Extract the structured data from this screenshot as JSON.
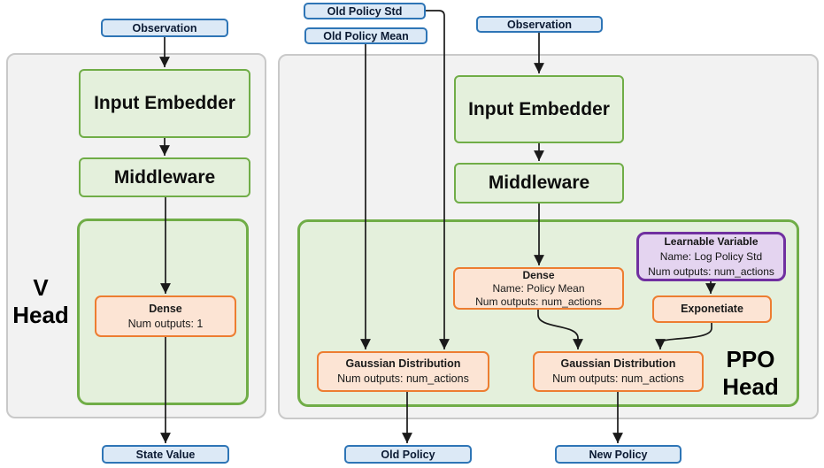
{
  "diagram": {
    "v_head": {
      "label": [
        "V",
        "Head"
      ],
      "observation": "Observation",
      "input_embedder": "Input Embedder",
      "middleware": "Middleware",
      "dense_title": "Dense",
      "dense_outputs": "Num outputs: 1",
      "output": "State Value"
    },
    "ppo_head": {
      "label": [
        "PPO",
        "Head"
      ],
      "old_policy_std": "Old Policy Std",
      "old_policy_mean": "Old Policy Mean",
      "observation": "Observation",
      "input_embedder": "Input Embedder",
      "middleware": "Middleware",
      "dense_title": "Dense",
      "dense_name": "Name: Policy Mean",
      "dense_outputs": "Num outputs: num_actions",
      "learnable_title": "Learnable Variable",
      "learnable_name": "Name: Log Policy Std",
      "learnable_outputs": "Num outputs: num_actions",
      "exponetiate": "Exponetiate",
      "gaussian_old_title": "Gaussian Distribution",
      "gaussian_old_outputs": "Num outputs: num_actions",
      "gaussian_new_title": "Gaussian Distribution",
      "gaussian_new_outputs": "Num outputs: num_actions",
      "old_policy_output": "Old Policy",
      "new_policy_output": "New Policy"
    },
    "colors": {
      "blue_border": "#2E75B6",
      "blue_fill": "#DCE9F6",
      "green_border": "#70AD47",
      "green_fill": "#E4F0DC",
      "orange_border": "#ED7D31",
      "orange_fill": "#FCE4D4",
      "purple_border": "#7030A0",
      "purple_fill": "#E4D4F0",
      "panel_fill": "#F2F2F2",
      "panel_border": "#C9C9C9",
      "arrow": "#1A1A1A"
    }
  }
}
